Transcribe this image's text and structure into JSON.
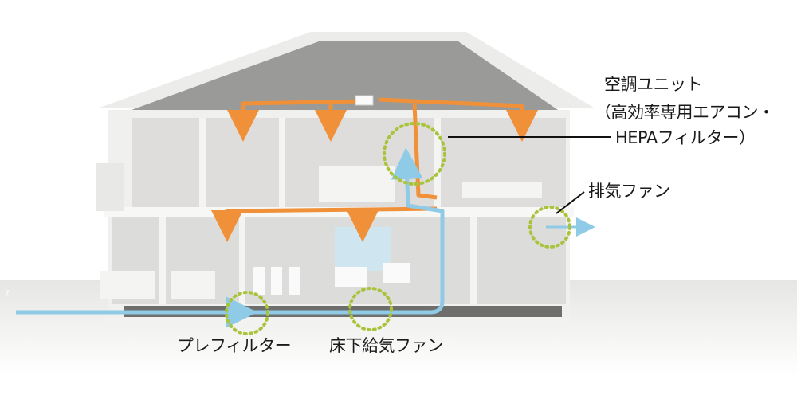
{
  "page_number": "7",
  "labels": {
    "ac_unit_line1": "空調ユニット",
    "ac_unit_line2": "（高効率専用エアコン・",
    "ac_unit_line3": "HEPAフィルター）",
    "exhaust_fan": "排気ファン",
    "pre_filter": "プレフィルター",
    "underfloor_supply_fan": "床下給気ファン"
  },
  "colors": {
    "warm_air": "#f0913a",
    "fresh_air": "#8fcbe6",
    "highlight_circle": "#a9c43c"
  }
}
